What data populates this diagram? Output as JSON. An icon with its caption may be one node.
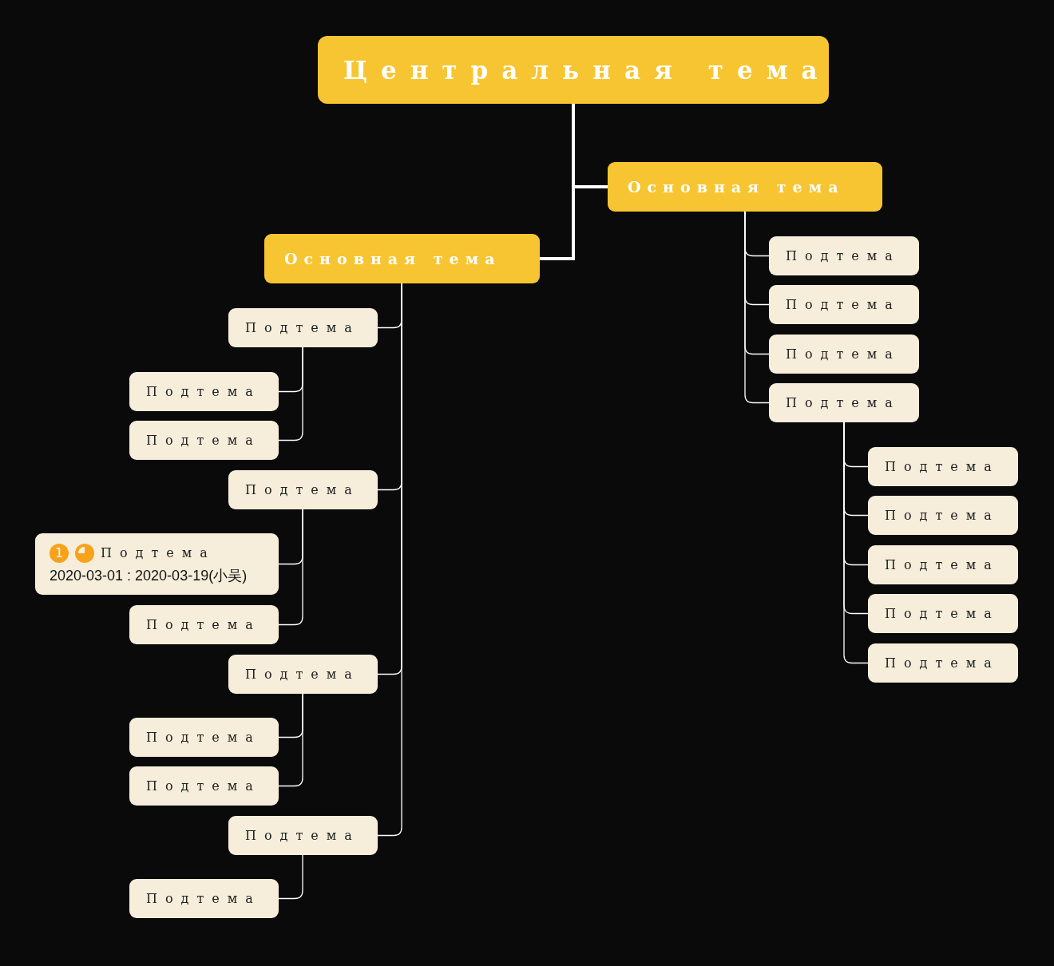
{
  "diagram": {
    "nodes": [
      {
        "text": [
          "Центральная тема"
        ]
      },
      {
        "text": [
          "Основная тема"
        ]
      },
      {
        "text": [
          "Основная тема"
        ]
      },
      {
        "text": [
          "Подтема"
        ]
      },
      {
        "text": [
          "Подтема"
        ]
      },
      {
        "text": [
          "Подтема"
        ]
      },
      {
        "text": [
          "Подтема"
        ]
      },
      {
        "text": [
          "Подтема"
        ]
      },
      {
        "text": [
          "Подтема"
        ]
      },
      {
        "text": [
          "Подтема"
        ]
      },
      {
        "text": [
          "Подтема"
        ]
      },
      {
        "text": [
          "Подтема"
        ]
      },
      {
        "text": [
          "Подтема"
        ]
      },
      {
        "text": [
          "Подтема"
        ]
      },
      {
        "text": [
          "Подтема"
        ]
      },
      {
        "text": [
          "Подтема"
        ]
      },
      {
        "text": [
          "1",
          "Подтема",
          "2020-03-01 : 2020-03-19(小吴)"
        ]
      },
      {
        "text": [
          "Подтема"
        ]
      },
      {
        "text": [
          "Подтема"
        ]
      },
      {
        "text": [
          "Подтема"
        ]
      },
      {
        "text": [
          "Подтема"
        ]
      },
      {
        "text": [
          "Подтема"
        ]
      },
      {
        "text": [
          "Подтема"
        ]
      }
    ],
    "edges": [
      {
        "from": 0,
        "to": 1,
        "arrow": "none",
        "style": "thick"
      },
      {
        "from": 0,
        "to": 2,
        "arrow": "none",
        "style": "thick"
      },
      {
        "from": 1,
        "to": 3,
        "arrow": "none"
      },
      {
        "from": 1,
        "to": 4,
        "arrow": "none"
      },
      {
        "from": 1,
        "to": 5,
        "arrow": "none"
      },
      {
        "from": 1,
        "to": 6,
        "arrow": "none"
      },
      {
        "from": 6,
        "to": 7,
        "arrow": "none"
      },
      {
        "from": 6,
        "to": 8,
        "arrow": "none"
      },
      {
        "from": 6,
        "to": 9,
        "arrow": "none"
      },
      {
        "from": 6,
        "to": 10,
        "arrow": "none"
      },
      {
        "from": 6,
        "to": 11,
        "arrow": "none"
      },
      {
        "from": 2,
        "to": 12,
        "arrow": "none"
      },
      {
        "from": 2,
        "to": 15,
        "arrow": "none"
      },
      {
        "from": 2,
        "to": 18,
        "arrow": "none"
      },
      {
        "from": 2,
        "to": 21,
        "arrow": "none"
      },
      {
        "from": 12,
        "to": 13,
        "arrow": "none"
      },
      {
        "from": 12,
        "to": 14,
        "arrow": "none"
      },
      {
        "from": 15,
        "to": 16,
        "arrow": "none"
      },
      {
        "from": 15,
        "to": 17,
        "arrow": "none"
      },
      {
        "from": 18,
        "to": 19,
        "arrow": "none"
      },
      {
        "from": 18,
        "to": 20,
        "arrow": "none"
      },
      {
        "from": 21,
        "to": 22,
        "arrow": "none"
      }
    ]
  }
}
